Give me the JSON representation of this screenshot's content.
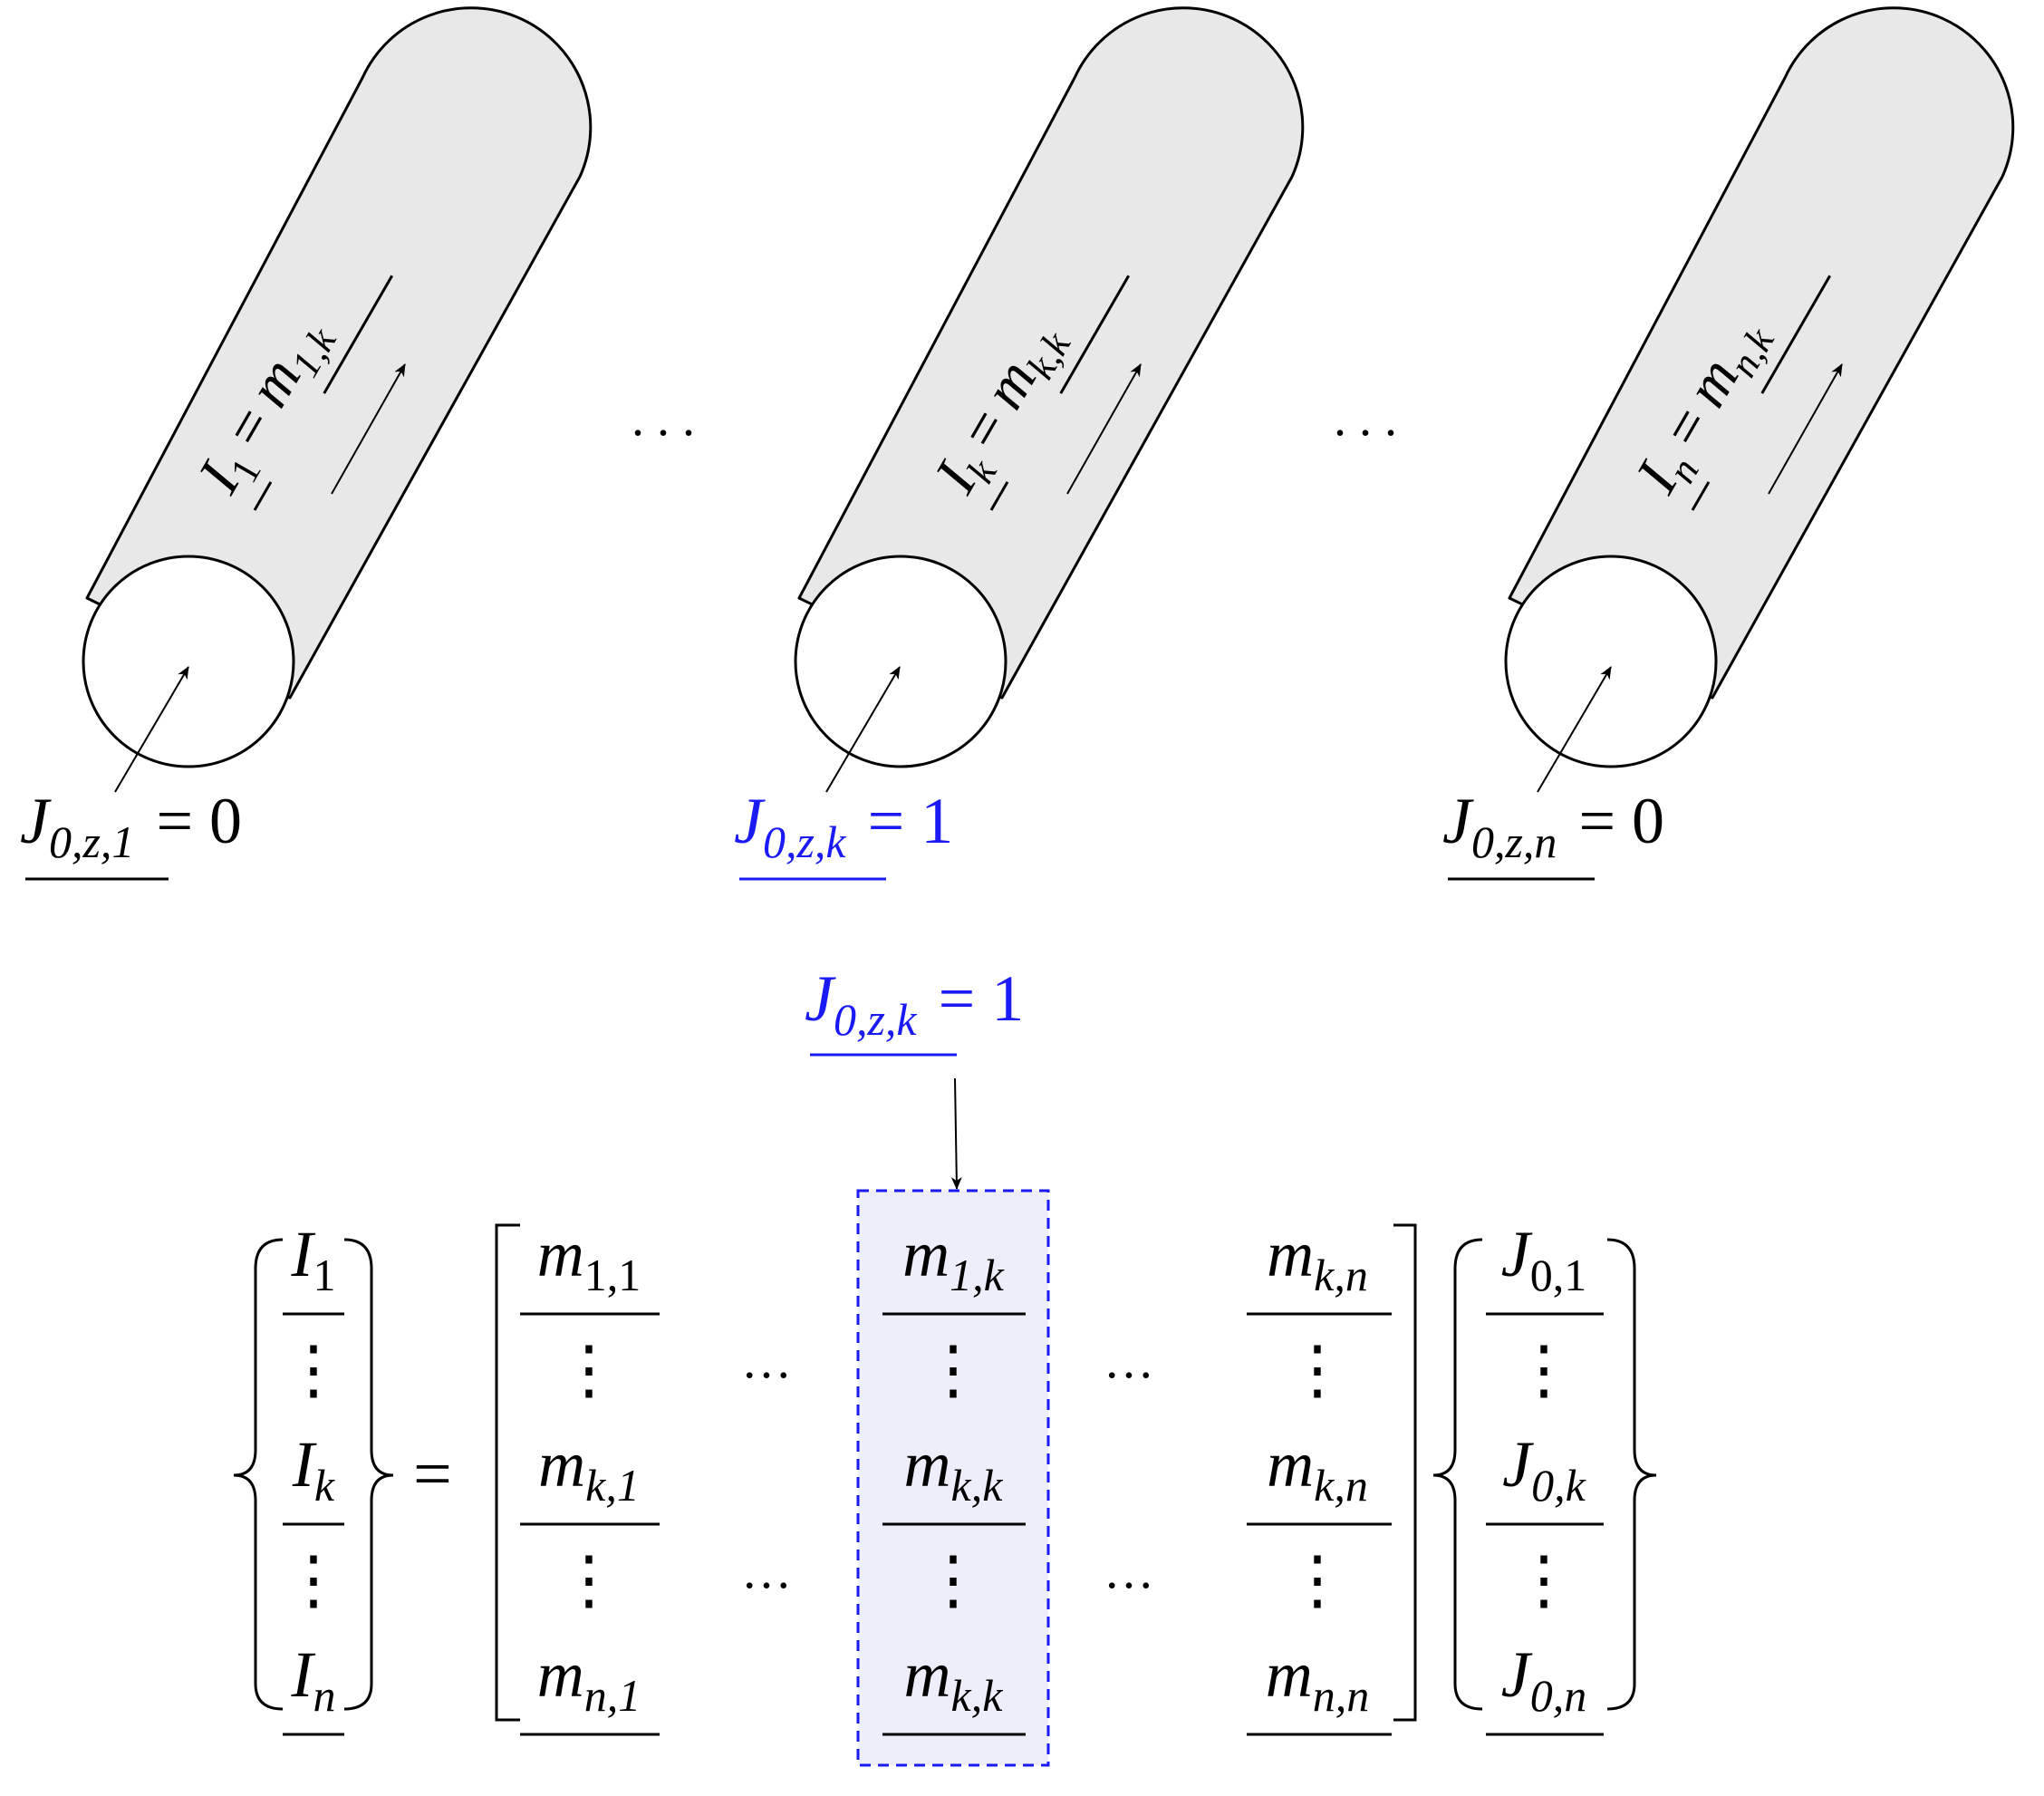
{
  "colors": {
    "accent_blue": "#1a1af5",
    "cylinder_fill": "#e8e8e8",
    "highlight_fill": "#eeeefb",
    "ink": "#000000"
  },
  "cylinders": [
    {
      "id": "1",
      "label_lhs": "I",
      "label_lhs_sub": "1",
      "label_rhs": "m",
      "label_rhs_sub": "1,k",
      "source_var": "J",
      "source_sub": "0,z,1",
      "source_eq": "= 0",
      "highlight": false
    },
    {
      "id": "k",
      "label_lhs": "I",
      "label_lhs_sub": "k",
      "label_rhs": "m",
      "label_rhs_sub": "k,k",
      "source_var": "J",
      "source_sub": "0,z,k",
      "source_eq": "= 1",
      "highlight": true
    },
    {
      "id": "n",
      "label_lhs": "I",
      "label_lhs_sub": "n",
      "label_rhs": "m",
      "label_rhs_sub": "n,k",
      "source_var": "J",
      "source_sub": "0,z,n",
      "source_eq": "= 0",
      "highlight": false
    }
  ],
  "ellipsis_between": ". . .",
  "column_source": {
    "var": "J",
    "sub": "0,z,k",
    "eq": "= 1"
  },
  "equation": {
    "equals": "=",
    "lhs": [
      {
        "var": "I",
        "sub": "1"
      },
      {
        "vdots": "⋮"
      },
      {
        "var": "I",
        "sub": "k"
      },
      {
        "vdots": "⋮"
      },
      {
        "var": "I",
        "sub": "n"
      }
    ],
    "matrix": {
      "col1": [
        {
          "var": "m",
          "sub": "1,1"
        },
        {
          "vdots": "⋮"
        },
        {
          "var": "m",
          "sub": "k,1"
        },
        {
          "vdots": "⋮"
        },
        {
          "var": "m",
          "sub": "n,1"
        }
      ],
      "hdots": "…",
      "colk": [
        {
          "var": "m",
          "sub": "1,k"
        },
        {
          "vdots": "⋮"
        },
        {
          "var": "m",
          "sub": "k,k"
        },
        {
          "vdots": "⋮"
        },
        {
          "var": "m",
          "sub": "k,k"
        }
      ],
      "coln": [
        {
          "var": "m",
          "sub": "k,n"
        },
        {
          "vdots": "⋮"
        },
        {
          "var": "m",
          "sub": "k,n"
        },
        {
          "vdots": "⋮"
        },
        {
          "var": "m",
          "sub": "n,n"
        }
      ]
    },
    "rhs": [
      {
        "var": "J",
        "sub": "0,1"
      },
      {
        "vdots": "⋮"
      },
      {
        "var": "J",
        "sub": "0,k"
      },
      {
        "vdots": "⋮"
      },
      {
        "var": "J",
        "sub": "0,n"
      }
    ]
  }
}
